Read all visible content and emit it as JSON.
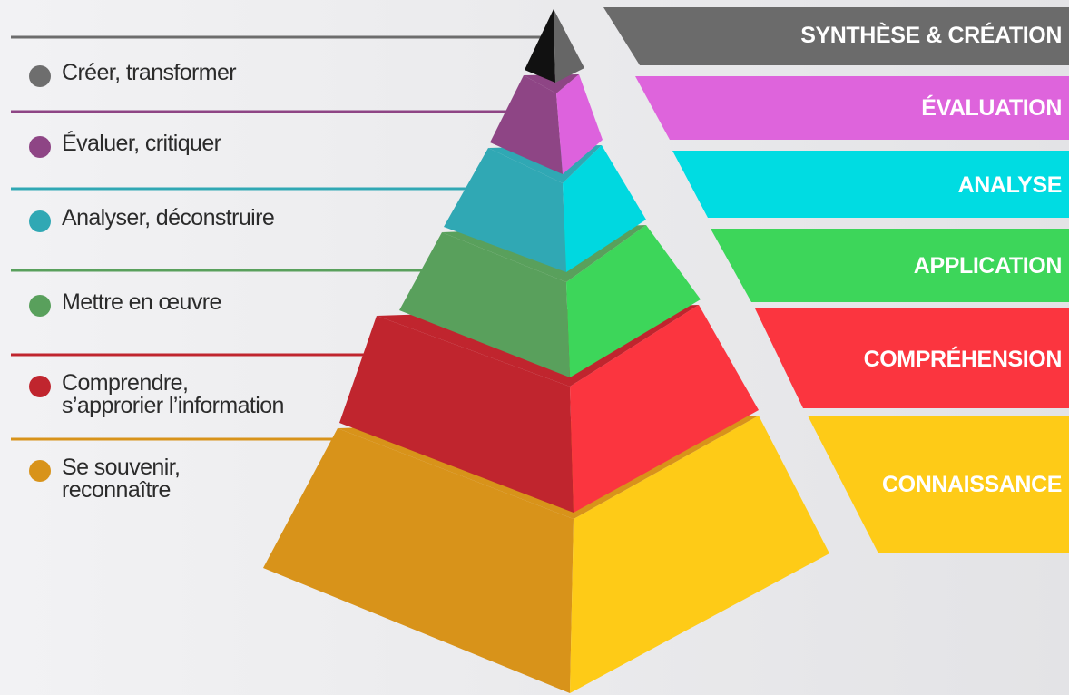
{
  "levels": [
    {
      "key": "synthese",
      "label": "SYNTHÈSE & CRÉATION",
      "description": [
        "Créer, transformer"
      ],
      "colors": {
        "light": "#666666",
        "dark": "#111111",
        "band": "#6b6b6b",
        "dot": "#6e6e6e",
        "line": "#6d6d6d"
      }
    },
    {
      "key": "evaluation",
      "label": "ÉVALUATION",
      "description": [
        "Évaluer, critiquer"
      ],
      "colors": {
        "light": "#dd62dd",
        "dark": "#8e4585",
        "band": "#de64dc",
        "dot": "#8e4585",
        "line": "#8e4585"
      }
    },
    {
      "key": "analyse",
      "label": "ANALYSE",
      "description": [
        "Analyser, déconstruire"
      ],
      "colors": {
        "light": "#00d8e0",
        "dark": "#30a8b4",
        "band": "#00dce2",
        "dot": "#30a8b4",
        "line": "#30a8b4"
      }
    },
    {
      "key": "application",
      "label": "APPLICATION",
      "description": [
        "Mettre en œuvre"
      ],
      "colors": {
        "light": "#3dd65a",
        "dark": "#59a05c",
        "band": "#3dd65a",
        "dot": "#59a05c",
        "line": "#59a05c"
      }
    },
    {
      "key": "comprehension",
      "label": "COMPRÉHENSION",
      "description": [
        "Comprendre,",
        "s’approrier l’information"
      ],
      "colors": {
        "light": "#fb353f",
        "dark": "#c0252e",
        "band": "#fb353f",
        "dot": "#c0252e",
        "line": "#c0252e"
      }
    },
    {
      "key": "connaissance",
      "label": "CONNAISSANCE",
      "description": [
        "Se souvenir,",
        "reconnaître"
      ],
      "colors": {
        "light": "#fecb17",
        "dark": "#d8931a",
        "band": "#fecb17",
        "dot": "#d8931a",
        "line": "#d8931a"
      }
    }
  ]
}
